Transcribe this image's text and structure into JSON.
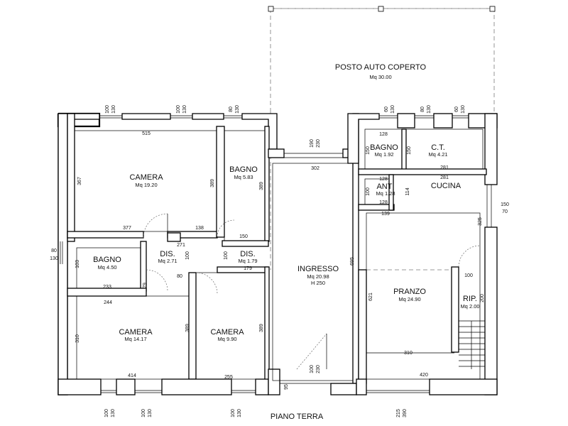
{
  "plan_title": "PIANO TERRA",
  "carport": {
    "name": "POSTO AUTO COPERTO",
    "area": "Mq 30.00"
  },
  "rooms": {
    "camera1": {
      "name": "CAMERA",
      "area": "Mq 19.20"
    },
    "bagno1": {
      "name": "BAGNO",
      "area": "Mq 5.83"
    },
    "bagno2": {
      "name": "BAGNO",
      "area": "Mq 4.50"
    },
    "dis1": {
      "name": "DIS.",
      "area": "Mq 2.71"
    },
    "dis2": {
      "name": "DIS.",
      "area": "Mq 1.79"
    },
    "camera2": {
      "name": "CAMERA",
      "area": "Mq 14.17"
    },
    "camera3": {
      "name": "CAMERA",
      "area": "Mq 9.90"
    },
    "ingresso": {
      "name": "INGRESSO",
      "area": "Mq 20.98",
      "height": "H 250"
    },
    "bagno3": {
      "name": "BAGNO",
      "area": "Mq 1.92"
    },
    "ct": {
      "name": "C.T.",
      "area": "Mq 4.21"
    },
    "anti": {
      "name": "ANTI",
      "area": "Mq 1.28"
    },
    "cucina": {
      "name": "CUCINA"
    },
    "pranzo": {
      "name": "PRANZO",
      "area": "Mq 24.90"
    },
    "rip": {
      "name": "RIP.",
      "area": "Mq 2.00"
    }
  },
  "dims": {
    "top_a1": "100",
    "top_a2": "130",
    "top_b1": "100",
    "top_b2": "130",
    "top_c1": "80",
    "top_c2": "130",
    "top_d1": "60",
    "top_d2": "130",
    "top_e1": "80",
    "top_e2": "130",
    "top_f1": "60",
    "top_f2": "130",
    "pass1": "190",
    "pass2": "230",
    "left1": "80",
    "left2": "130",
    "right1": "150",
    "right2": "70",
    "bot_a1": "100",
    "bot_a2": "130",
    "bot_b1": "100",
    "bot_b2": "130",
    "bot_c1": "100",
    "bot_c2": "130",
    "bot_d1": "215",
    "bot_d2": "390",
    "door1": "100",
    "door2": "230",
    "d95": "95",
    "d515": "515",
    "d367": "367",
    "d389a": "389",
    "d377": "377",
    "d138": "138",
    "d389b": "389",
    "d150": "150",
    "d271": "271",
    "d100a": "100",
    "d100b": "100",
    "d179": "179",
    "d103": "103",
    "d233": "233",
    "d80": "80",
    "d79": "79",
    "d244": "244",
    "d310a": "310",
    "d414": "414",
    "d389c": "389",
    "d255": "255",
    "d389d": "389",
    "d302": "302",
    "d695": "695",
    "d128a": "128",
    "d150b": "150",
    "d150c": "150",
    "d281a": "281",
    "d281b": "281",
    "d128b": "128",
    "d100c": "100",
    "d114": "114",
    "d128c": "128",
    "d139": "139",
    "d325": "325",
    "d621": "621",
    "d100d": "100",
    "d200": "200",
    "d310b": "310",
    "d420": "420"
  }
}
